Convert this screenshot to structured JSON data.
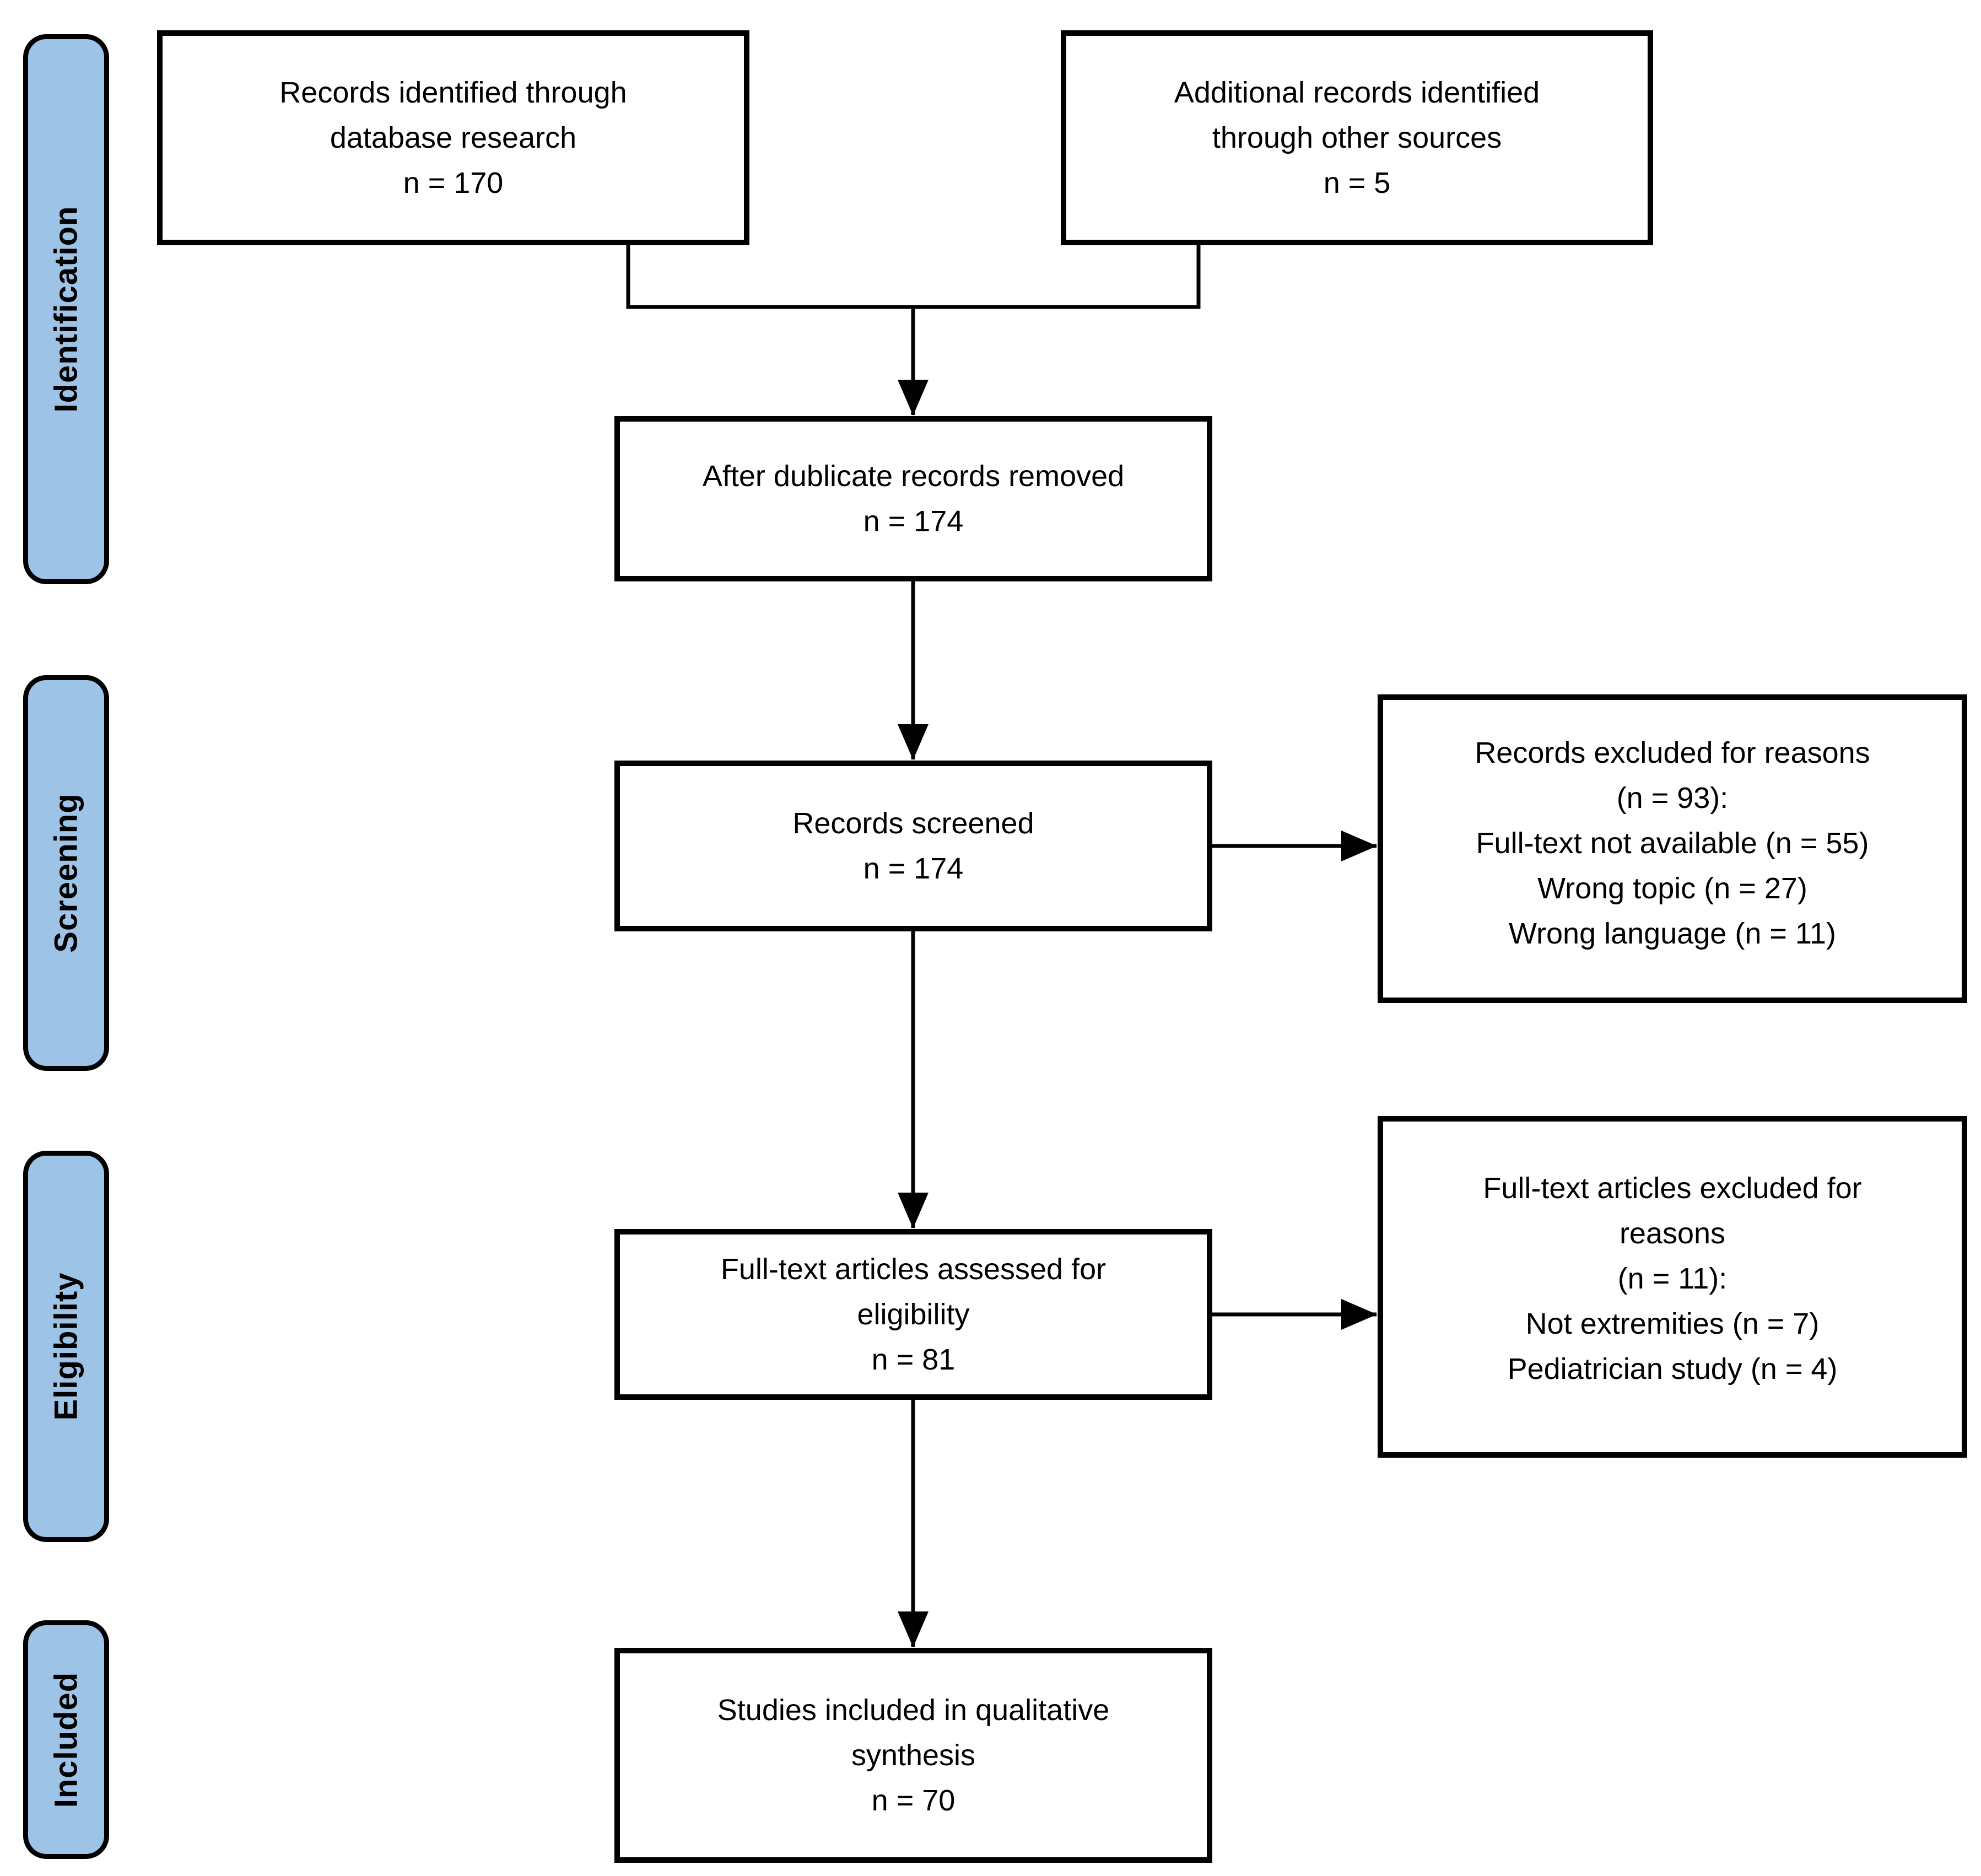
{
  "diagram": {
    "type": "prisma-flow",
    "colors": {
      "phase_fill": "#9DC3E6",
      "line": "#000000",
      "box_fill": "#FFFFFF"
    },
    "phases": [
      {
        "label": "Identification"
      },
      {
        "label": "Screening"
      },
      {
        "label": "Eligibility"
      },
      {
        "label": "Included"
      }
    ],
    "boxes": {
      "records_identified": {
        "lines": [
          "Records identified through",
          "database research",
          "n = 170"
        ]
      },
      "additional_records": {
        "lines": [
          "Additional records identified",
          "through other sources",
          "n = 5"
        ]
      },
      "duplicates_removed": {
        "lines": [
          "After dublicate records removed",
          "n = 174"
        ]
      },
      "records_screened": {
        "lines": [
          "Records screened",
          "n = 174"
        ]
      },
      "records_excluded": {
        "lines": [
          "Records excluded for reasons",
          "(n = 93):",
          "Full-text not available (n = 55)",
          "Wrong topic (n = 27)",
          "Wrong language (n = 11)"
        ]
      },
      "fulltext_assessed": {
        "lines": [
          "Full-text articles assessed for",
          "eligibility",
          "n = 81"
        ]
      },
      "fulltext_excluded": {
        "lines": [
          "Full-text articles excluded for",
          "reasons",
          "(n = 11):",
          "Not extremities (n = 7)",
          "Pediatrician study (n = 4)"
        ]
      },
      "studies_included": {
        "lines": [
          "Studies included in qualitative",
          "synthesis",
          "n = 70"
        ]
      }
    }
  }
}
